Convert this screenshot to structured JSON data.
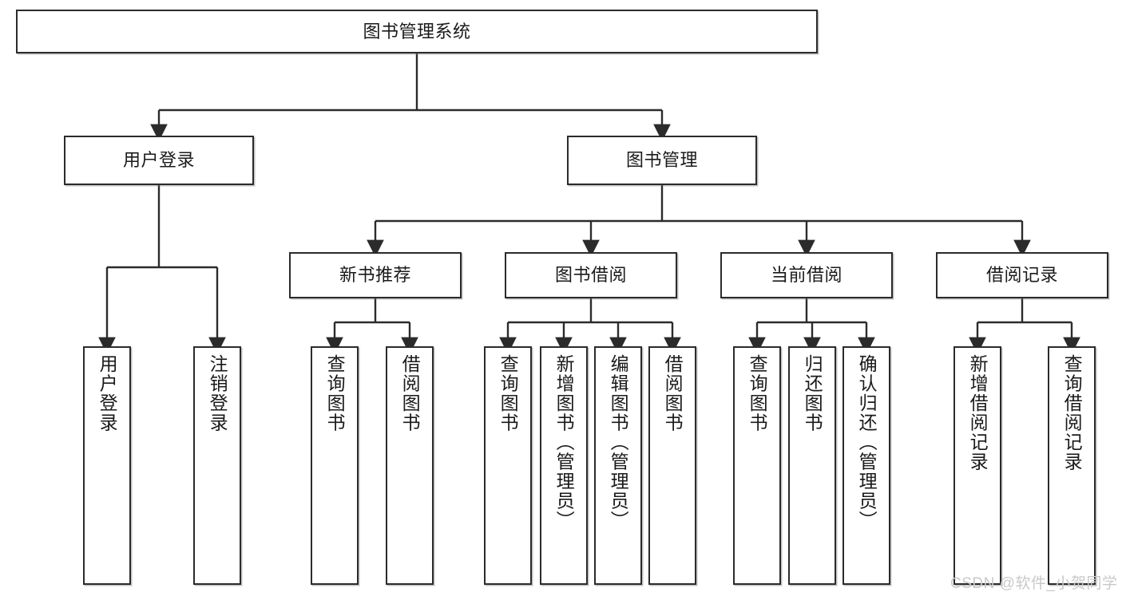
{
  "diagram": {
    "title_node": {
      "label": "图书管理系统"
    },
    "level2": [
      {
        "id": "user-login",
        "label": "用户登录"
      },
      {
        "id": "book-management",
        "label": "图书管理"
      }
    ],
    "level3": [
      {
        "id": "new-book-recommend",
        "label": "新书推荐"
      },
      {
        "id": "book-borrow",
        "label": "图书借阅"
      },
      {
        "id": "current-borrow",
        "label": "当前借阅"
      },
      {
        "id": "borrow-record",
        "label": "借阅记录"
      }
    ],
    "leaves": [
      {
        "id": "leaf-user-login",
        "label": "用户登录"
      },
      {
        "id": "leaf-logout-login",
        "label": "注销登录"
      },
      {
        "id": "leaf-query-books-1",
        "label": "查询图书"
      },
      {
        "id": "leaf-borrow-books-1",
        "label": "借阅图书"
      },
      {
        "id": "leaf-query-books-2",
        "label": "查询图书"
      },
      {
        "id": "leaf-add-book-admin",
        "label": "新增图书（管理员）"
      },
      {
        "id": "leaf-edit-book-admin",
        "label": "编辑图书（管理员）"
      },
      {
        "id": "leaf-borrow-books-2",
        "label": "借阅图书"
      },
      {
        "id": "leaf-query-books-3",
        "label": "查询图书"
      },
      {
        "id": "leaf-return-books",
        "label": "归还图书"
      },
      {
        "id": "leaf-confirm-return-admin",
        "label": "确认归还（管理员）"
      },
      {
        "id": "leaf-add-borrow-record",
        "label": "新增借阅记录"
      },
      {
        "id": "leaf-query-borrow-record",
        "label": "查询借阅记录"
      }
    ],
    "watermark": "CSDN @软件_小贺同学",
    "colors": {
      "border": "#2b2b2b",
      "text": "#1a1a1a",
      "background": "#ffffff",
      "watermark": "#c9c9c9"
    }
  }
}
